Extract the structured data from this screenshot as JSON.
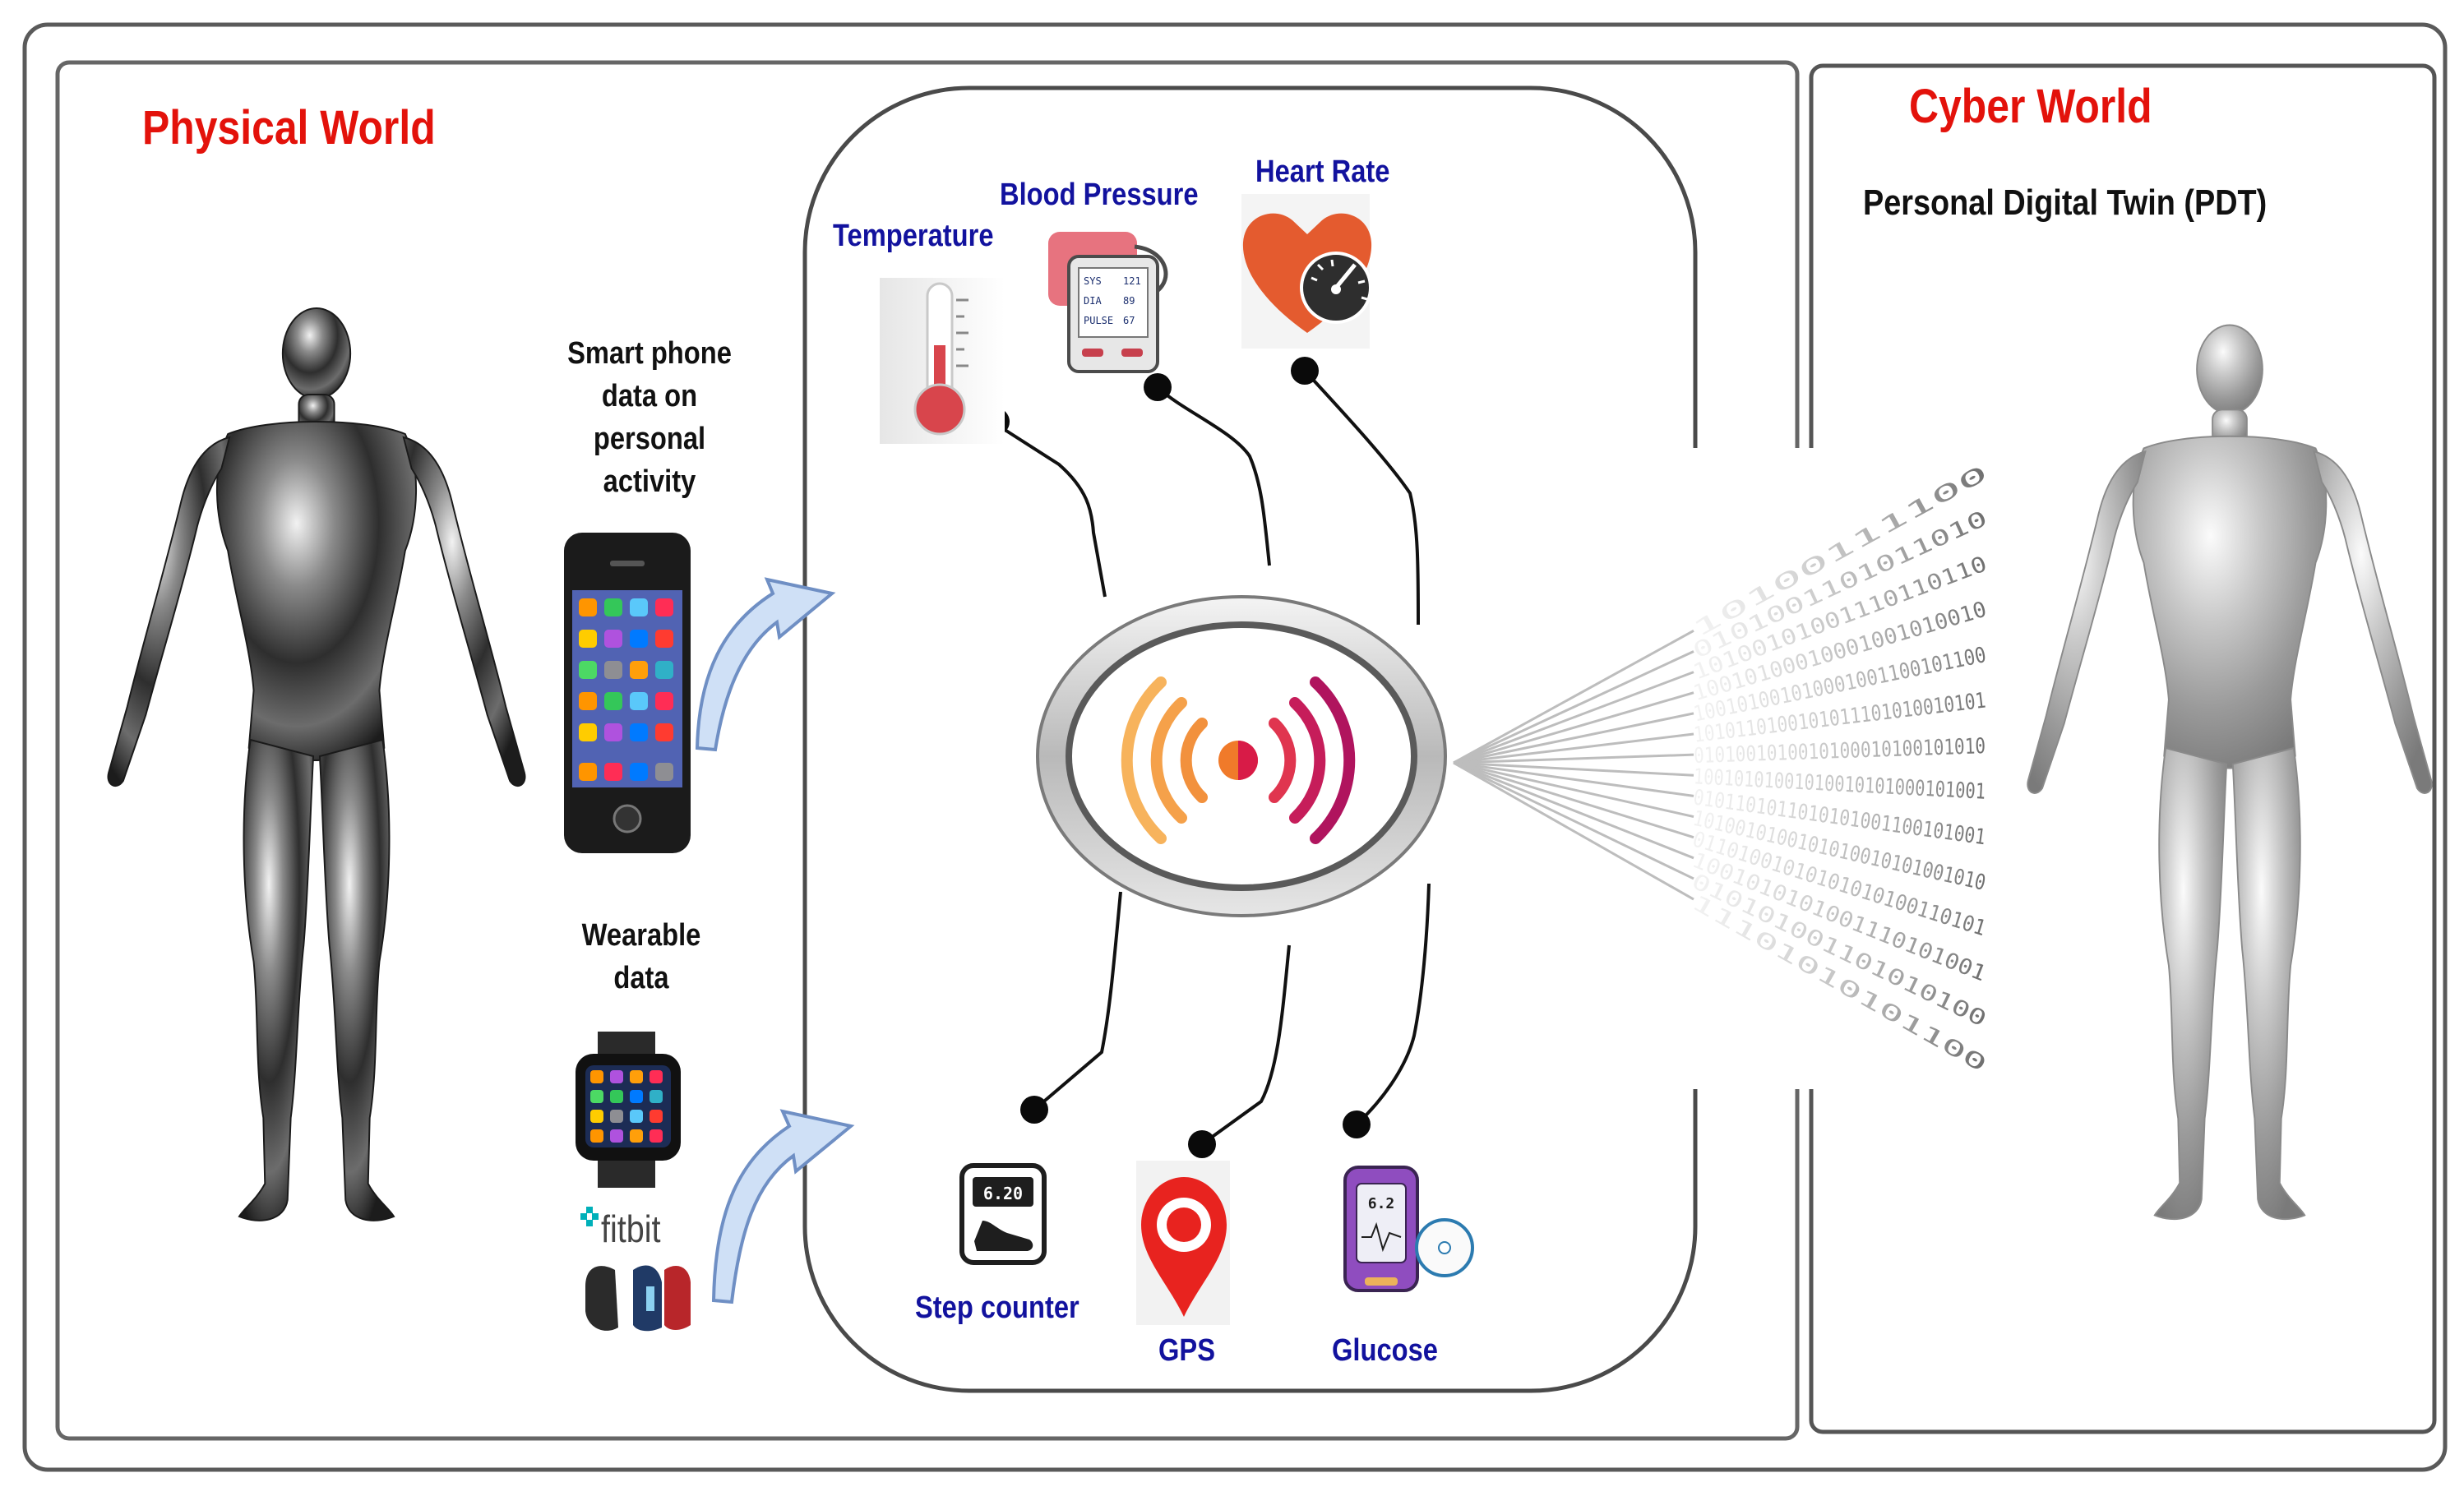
{
  "physical_world": {
    "title": "Physical World",
    "smartphone_label": [
      "Smart phone",
      "data on",
      "personal",
      "activity"
    ],
    "wearable_label": [
      "Wearable",
      "data"
    ],
    "fitbit_logo": "fitbit"
  },
  "cyber_world": {
    "title": "Cyber World",
    "subtitle": "Personal Digital Twin (PDT)"
  },
  "sensors": {
    "temperature": "Temperature",
    "blood_pressure": "Blood Pressure",
    "heart_rate": "Heart Rate",
    "step_counter": "Step counter",
    "gps": "GPS",
    "glucose": "Glucose"
  },
  "device_readouts": {
    "bp_rows": [
      [
        "SYS",
        "121"
      ],
      [
        "DIA",
        "89"
      ],
      [
        "PULSE",
        "67"
      ]
    ],
    "step_display": "6.20",
    "glucose_display": "6.2"
  },
  "binary_stream": [
    "10100111100",
    "0101001101011010",
    "10100101001110110110",
    "10010100010001001010010",
    "100101001010001001100101100",
    "1010110100101011101010010101",
    "0101001010010100010100101010",
    "10010101001010010101000101001",
    "0101101011010101001100101001",
    "1010010100101010010101001010",
    "01101001010101010100110101",
    "1001010101001110101001",
    "010101001101010100",
    "11101010101100"
  ],
  "colors": {
    "title_red": "#e3120b",
    "sensor_label_blue": "#12129e",
    "arrow_fill": "#cfe0f6",
    "arrow_stroke": "#6f8fc4"
  }
}
